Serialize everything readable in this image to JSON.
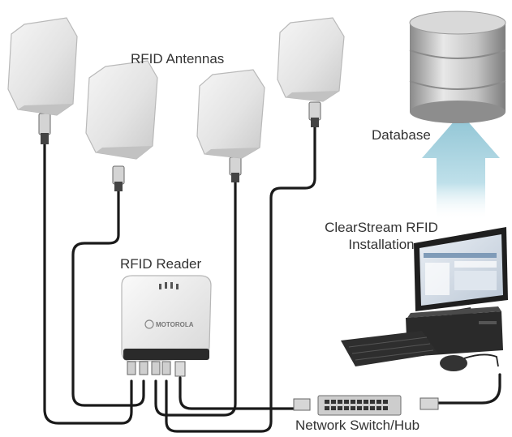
{
  "labels": {
    "antennas": "RFID Antennas",
    "database": "Database",
    "clearstream_line1": "ClearStream RFID",
    "clearstream_line2": "Installation",
    "reader": "RFID Reader",
    "switch": "Network Switch/Hub"
  },
  "reader_logo": "MOTOROLA",
  "colors": {
    "cable": "#1a1a1a",
    "arrow_top": "#d6ecf3",
    "arrow_bottom": "#8fc4d4",
    "antenna_face": "#e4e4e4",
    "database_body": "#c8c8c8"
  }
}
